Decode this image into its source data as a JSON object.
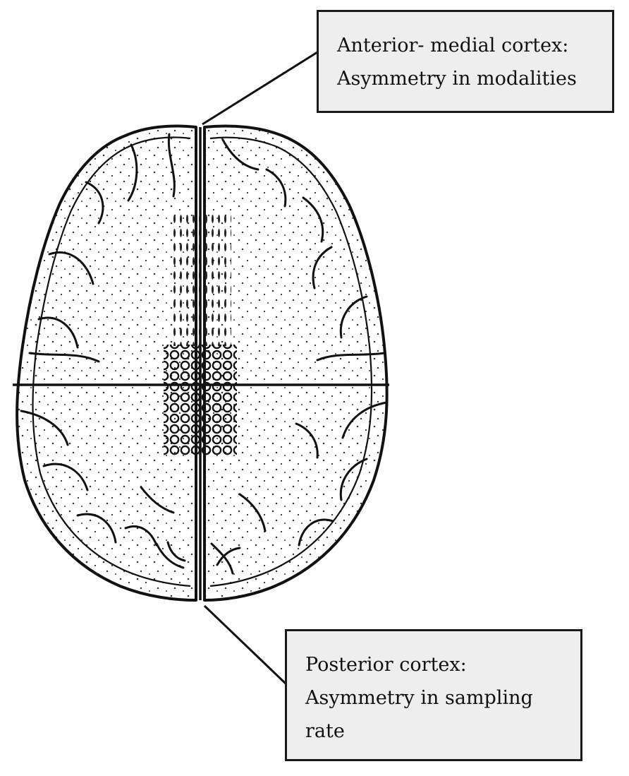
{
  "callouts": {
    "anterior": {
      "line1": "Anterior- medial cortex:",
      "line2": "Asymmetry in modalities"
    },
    "posterior": {
      "line1": "Posterior cortex:",
      "line2": "Asymmetry in sampling",
      "line3": "rate"
    }
  },
  "colors": {
    "ink": "#111111",
    "box_fill": "#eeeeee",
    "background": "#ffffff"
  }
}
